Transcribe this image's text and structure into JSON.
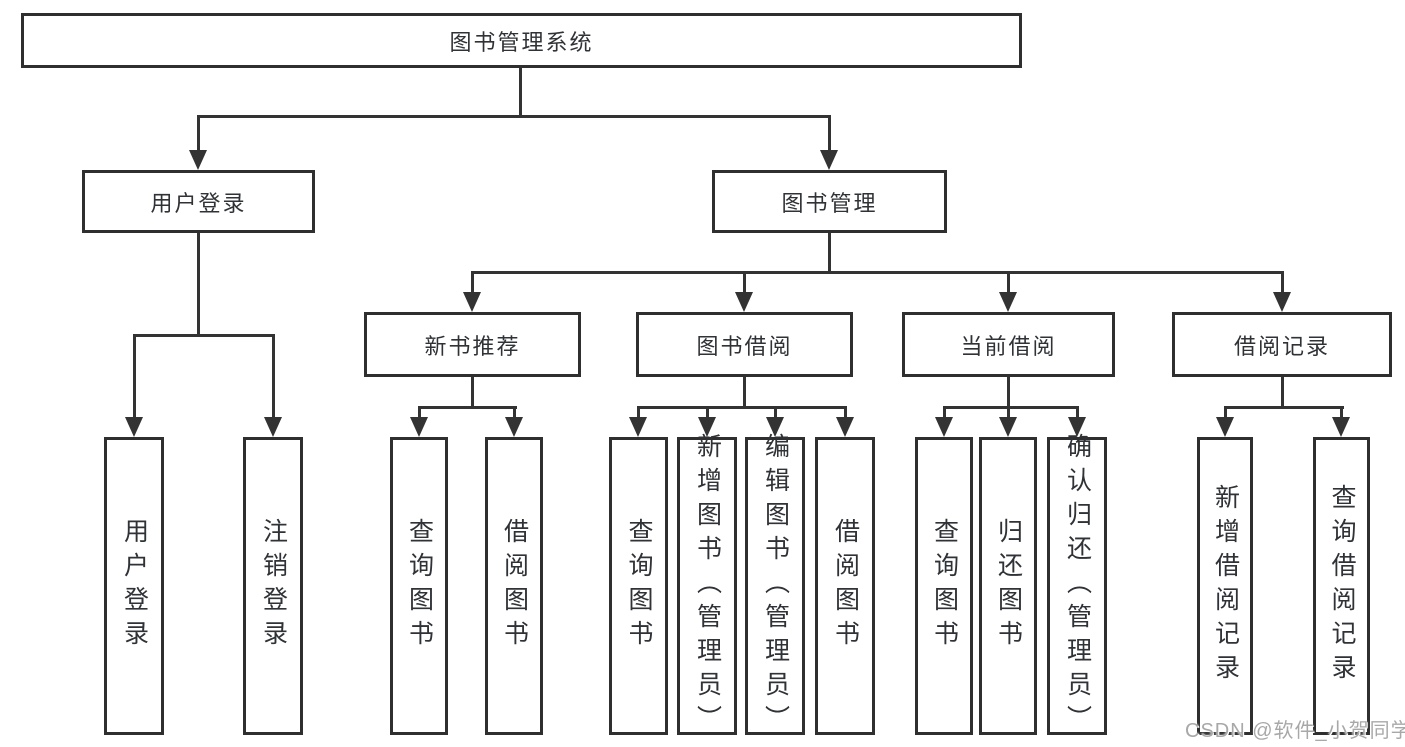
{
  "diagram_title": "图书管理系统",
  "colors": {
    "line": "#333333",
    "box_border": "#2f2f2f",
    "text": "#2f3236",
    "watermark": "#a8a8a8",
    "background": "#ffffff"
  },
  "nodes": {
    "root": {
      "label": "图书管理系统"
    },
    "level2": [
      {
        "label": "用户登录"
      },
      {
        "label": "图书管理"
      }
    ],
    "level3": [
      {
        "label": "新书推荐"
      },
      {
        "label": "图书借阅"
      },
      {
        "label": "当前借阅"
      },
      {
        "label": "借阅记录"
      }
    ],
    "leaves": {
      "user_login": [
        "用户登录",
        "注销登录"
      ],
      "new_book": [
        "查询图书",
        "借阅图书"
      ],
      "book_borrow": [
        "查询图书",
        "新增图书（管理员）",
        "编辑图书（管理员）",
        "借阅图书"
      ],
      "current_borrow": [
        "查询图书",
        "归还图书",
        "确认归还（管理员）"
      ],
      "borrow_record": [
        "新增借阅记录",
        "查询借阅记录"
      ]
    }
  },
  "watermark": "CSDN @软件_小贺同学"
}
